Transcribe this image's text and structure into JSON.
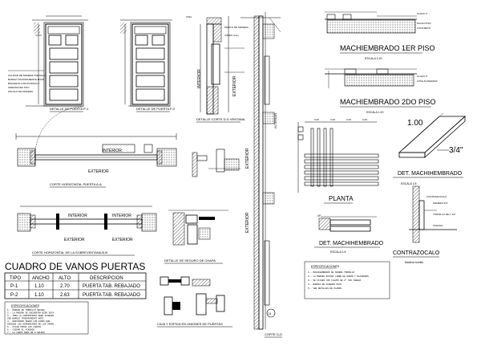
{
  "labels": {
    "door1_caption": "DETALLE DE PUERTA P-1",
    "door2_caption": "DETALLE DE PUERTA P-2",
    "corte_caption": "DETALLE CORTE D-D VENTANA",
    "interior_small": "INTERIOR",
    "exterior_small": "EXTERIOR",
    "exterior_vertical": "EXTERIOR",
    "corte_d_caption": "CORTE D-D",
    "horizontal_a_caption": "CORTE HORIZONTAL PUERTA A-A",
    "horizontal_b_caption": "CORTE HORIZONTAL DE LA SOBREVENTANA B-B",
    "chapa_caption": "DETALLE DE SEGURO DE CHAPA",
    "union_caption": "CAJA Y ESPIGA EN UNIONES DE PUERTAS",
    "planta": "PLANTA",
    "mach_title_1": "MACHIEMBRADO 1ER PISO",
    "mach_title_2": "MACHIEMBRADO 2DO PISO",
    "scale_1_20": "ESCALA 1:20",
    "det_mach_1": "DET. MACHIHEMBRADO",
    "det_mach_2": "DET. MACHIHEMBRADO",
    "scale_1_5": "ESCALA 1:5",
    "contrazocalo": "CONTRAZOCALO",
    "madera": "Madera tornillo",
    "dim_100": "1.00",
    "dim_34": "3/4\"",
    "circle_num": "11",
    "vf_label": "VF",
    "spec_title": "ESPECIFICACIONES",
    "spec_lines": [
      "1.- MACHIHEMBRADO DE MADERA TORNILLO",
      "2.- LA MADERA ESTARA LIBRE DE NUDOS Y RAJADURAS",
      "3.- SE FIJARA CON CLAVOS DE 2\" SIN CABEZA",
      "4.- BARNIZ DE ACABADO MATE",
      "5.- VER DETALLES EN PLANOS"
    ],
    "notes_title": "ESPECIFICACIONES",
    "notes_lines": [
      "1.- MADERA DE TORNILLO SECADA",
      "2.- LA MADERA SE ENCUENTRA BIEN SECA",
      "3.- TODA LA CARPINTERIA SERA ACABADA",
      "   CON BARNIZ TRANSPARENTE MATE",
      "4.- DESCRIBIR SEGUN LOS CASOS QUE",
      "   INDIQUE LAS DIMENSIONES DE LOS VANOS",
      "5.- FIJAR TODAS LAS CHAPAS",
      "6.- CUIDAR EL ACABADO",
      "7.- LA CHAPA SERA DE 3 GOLPES",
      "8.- REVISAR EL ESCRITO EN OBRA"
    ]
  },
  "table": {
    "title": "CUADRO DE VANOS PUERTAS",
    "headers": [
      "TIPO",
      "ANCHO",
      "ALTO",
      "DESCRIPCION"
    ],
    "rows": [
      [
        "P-1",
        "1.10",
        "2.70",
        "PUERTA TAB. REBAJADO"
      ],
      [
        "P-2",
        "1.10",
        "2.63",
        "PUERTA TAB. REBAJADO"
      ]
    ]
  }
}
